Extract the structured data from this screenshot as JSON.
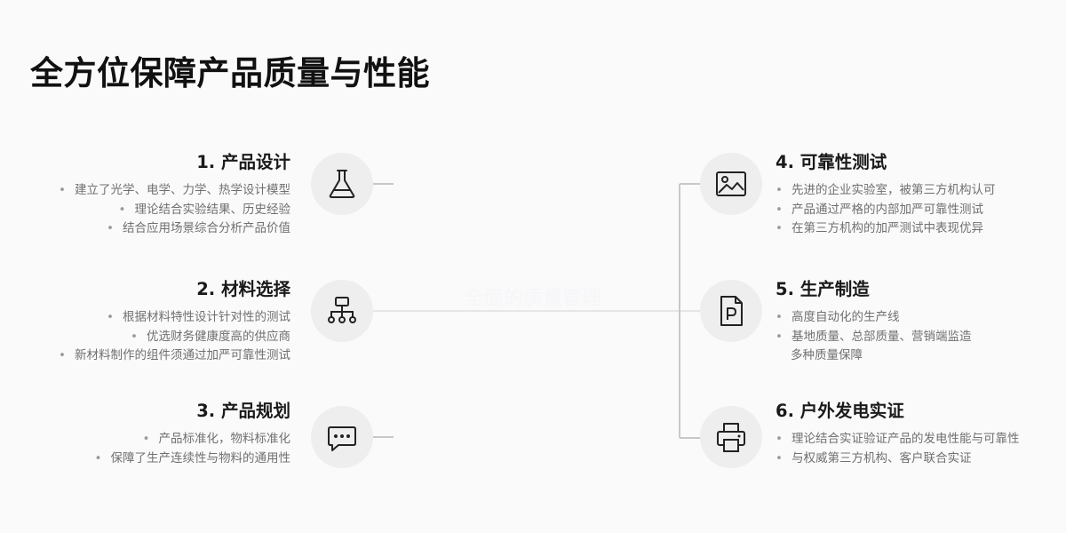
{
  "page": {
    "title": "全方位保障产品质量与性能"
  },
  "diagram": {
    "center_label": "全面的质量管理",
    "items": [
      {
        "id": "design",
        "side": "left",
        "icon": "flask-icon",
        "title": "1. 产品设计",
        "bullets": [
          "建立了光学、电学、力学、热学设计模型",
          "理论结合实验结果、历史经验",
          "结合应用场景综合分析产品价值"
        ]
      },
      {
        "id": "material",
        "side": "left",
        "icon": "hierarchy-icon",
        "title": "2. 材料选择",
        "bullets": [
          "根据材料特性设计针对性的测试",
          "优选财务健康度高的供应商",
          "新材料制作的组件须通过加严可靠性测试"
        ]
      },
      {
        "id": "planning",
        "side": "left",
        "icon": "chat-bubble-icon",
        "title": "3. 产品规划",
        "bullets": [
          "产品标准化，物料标准化",
          "保障了生产连续性与物料的通用性"
        ]
      },
      {
        "id": "reliability",
        "side": "right",
        "icon": "image-icon",
        "title": "4. 可靠性测试",
        "bullets": [
          "先进的企业实验室，被第三方机构认可",
          "产品通过严格的内部加严可靠性测试",
          "在第三方机构的加严测试中表现优异"
        ]
      },
      {
        "id": "manufacturing",
        "side": "right",
        "icon": "document-p-icon",
        "title": "5. 生产制造",
        "bullets": [
          "高度自动化的生产线",
          "基地质量、总部质量、营销端监造",
          "多种质量保障"
        ]
      },
      {
        "id": "field",
        "side": "right",
        "icon": "printer-icon",
        "title": "6. 户外发电实证",
        "bullets": [
          "理论结合实证验证产品的发电性能与可靠性",
          "与权威第三方机构、客户联合实证"
        ]
      }
    ]
  }
}
